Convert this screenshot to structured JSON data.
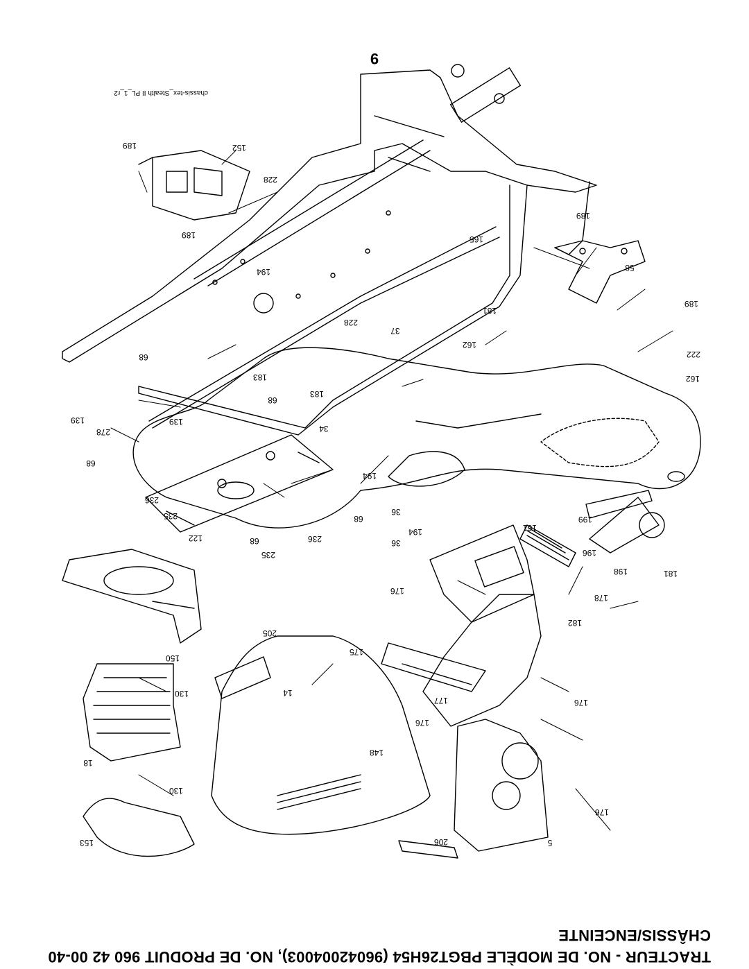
{
  "page_number": "9",
  "file_reference": "chassis-tex_Stealth II PL_1_r2",
  "title_line1": "CHÂSSIS/ENCEINTE",
  "title_line2": "TRACTEUR - NO. DE MODÈLE PBGT26H54 (96042004003), NO. DE PRODUIT 960 42 00-40",
  "part_labels": [
    {
      "id": "l-189-a",
      "text": "189"
    },
    {
      "id": "l-152",
      "text": "152"
    },
    {
      "id": "l-228-a",
      "text": "228"
    },
    {
      "id": "l-189-b",
      "text": "189"
    },
    {
      "id": "l-194-a",
      "text": "194"
    },
    {
      "id": "l-165",
      "text": "165"
    },
    {
      "id": "l-189-c",
      "text": "189"
    },
    {
      "id": "l-58",
      "text": "58"
    },
    {
      "id": "l-189-d",
      "text": "189"
    },
    {
      "id": "l-181-a",
      "text": "181"
    },
    {
      "id": "l-228-b",
      "text": "228"
    },
    {
      "id": "l-37",
      "text": "37"
    },
    {
      "id": "l-162-a",
      "text": "162"
    },
    {
      "id": "l-222",
      "text": "222"
    },
    {
      "id": "l-162-b",
      "text": "162"
    },
    {
      "id": "l-68-a",
      "text": "68"
    },
    {
      "id": "l-183-a",
      "text": "183"
    },
    {
      "id": "l-183-b",
      "text": "183"
    },
    {
      "id": "l-68-b",
      "text": "68"
    },
    {
      "id": "l-139-a",
      "text": "139"
    },
    {
      "id": "l-278",
      "text": "278"
    },
    {
      "id": "l-139-b",
      "text": "139"
    },
    {
      "id": "l-34",
      "text": "34"
    },
    {
      "id": "l-68-c",
      "text": "68"
    },
    {
      "id": "l-194-b",
      "text": "194"
    },
    {
      "id": "l-236-a",
      "text": "236"
    },
    {
      "id": "l-235-a",
      "text": "235"
    },
    {
      "id": "l-36-a",
      "text": "36"
    },
    {
      "id": "l-68-d",
      "text": "68"
    },
    {
      "id": "l-199",
      "text": "199"
    },
    {
      "id": "l-161",
      "text": "161"
    },
    {
      "id": "l-194-c",
      "text": "194"
    },
    {
      "id": "l-122",
      "text": "122"
    },
    {
      "id": "l-68-e",
      "text": "68"
    },
    {
      "id": "l-236-b",
      "text": "236"
    },
    {
      "id": "l-36-b",
      "text": "36"
    },
    {
      "id": "l-196",
      "text": "196"
    },
    {
      "id": "l-235-b",
      "text": "235"
    },
    {
      "id": "l-198",
      "text": "198"
    },
    {
      "id": "l-181-b",
      "text": "181"
    },
    {
      "id": "l-176-a",
      "text": "176"
    },
    {
      "id": "l-178",
      "text": "178"
    },
    {
      "id": "l-205",
      "text": "205"
    },
    {
      "id": "l-182",
      "text": "182"
    },
    {
      "id": "l-150",
      "text": "150"
    },
    {
      "id": "l-175",
      "text": "175"
    },
    {
      "id": "l-130-a",
      "text": "130"
    },
    {
      "id": "l-14",
      "text": "14"
    },
    {
      "id": "l-177",
      "text": "177"
    },
    {
      "id": "l-176-b",
      "text": "176"
    },
    {
      "id": "l-176-c",
      "text": "176"
    },
    {
      "id": "l-148",
      "text": "148"
    },
    {
      "id": "l-18",
      "text": "18"
    },
    {
      "id": "l-130-b",
      "text": "130"
    },
    {
      "id": "l-176-d",
      "text": "176"
    },
    {
      "id": "l-153",
      "text": "153"
    },
    {
      "id": "l-206",
      "text": "206"
    },
    {
      "id": "l-5",
      "text": "5"
    }
  ]
}
